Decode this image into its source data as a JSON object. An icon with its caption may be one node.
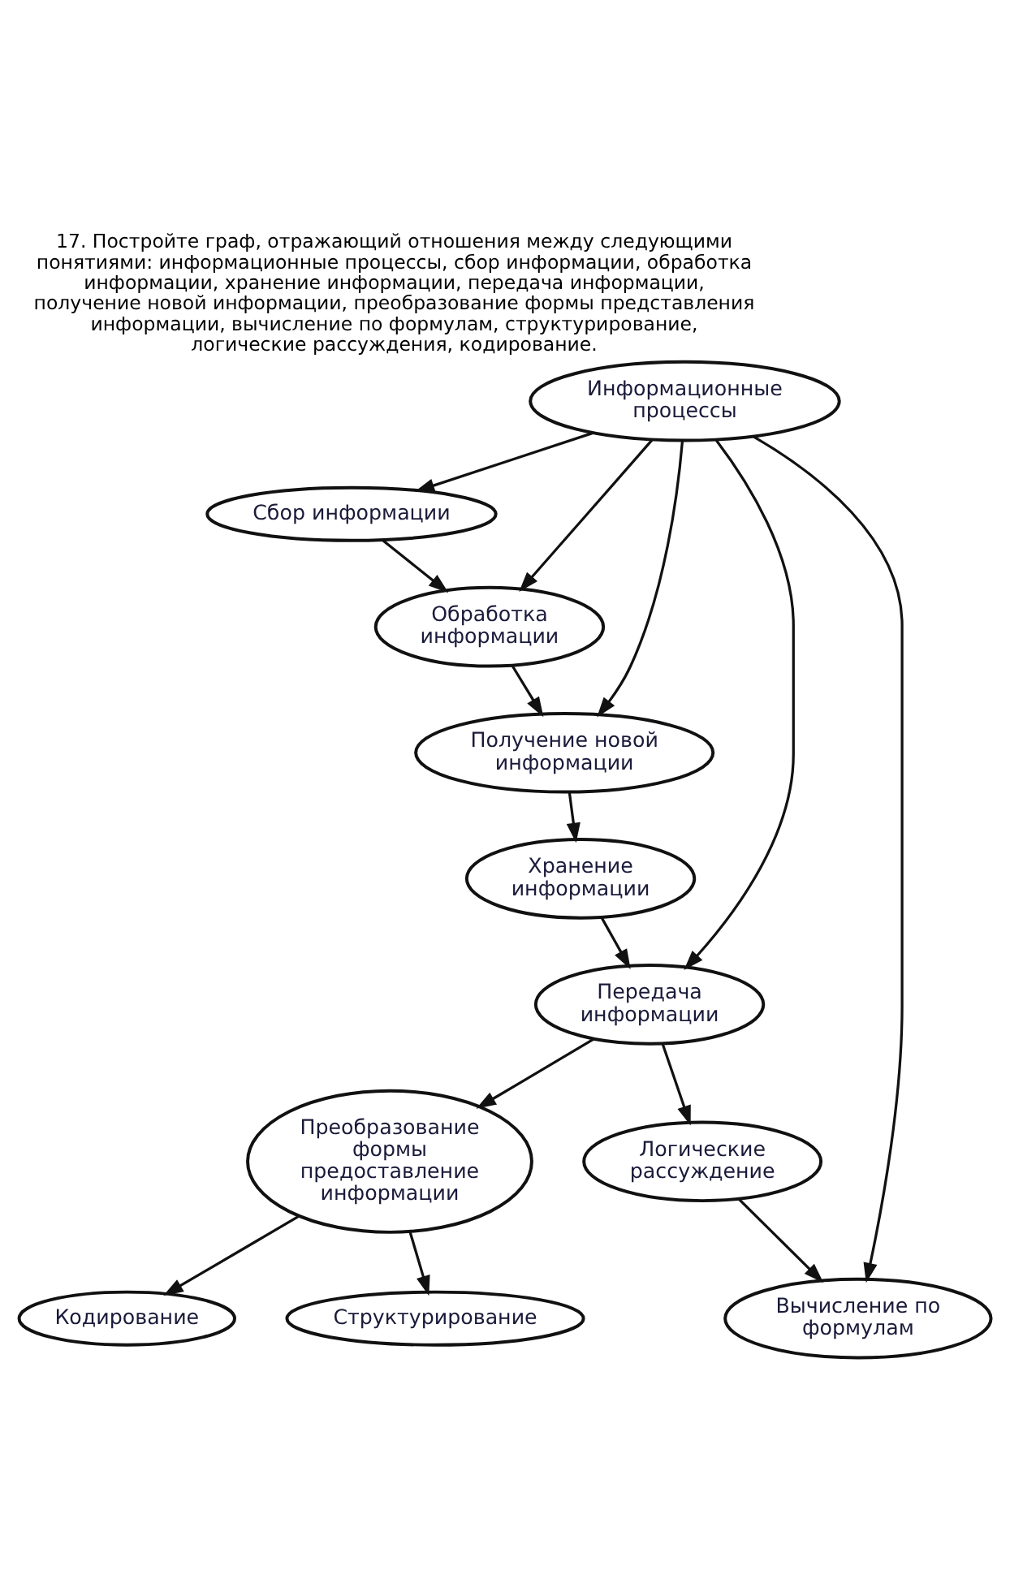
{
  "diagram": {
    "title": "17. Постройте граф, отражающий отношения между следующими понятиями: информационные процессы, сбор информации, обработка информации, хранение информации, передача информации, получение новой информации, преобразование формы представления информации, вычисление по формулам, структурирование, логические рассуждения, кодирование.",
    "nodes": [
      {
        "text": [
          "Сбор информации"
        ]
      },
      {
        "text": [
          "Обработка информации"
        ]
      },
      {
        "text": [
          "Получение новой информации"
        ]
      },
      {
        "text": [
          "Хранение информации"
        ]
      },
      {
        "text": [
          "Передача информации"
        ]
      },
      {
        "text": [
          "Информационные процессы"
        ]
      },
      {
        "text": [
          "Кодирование"
        ]
      },
      {
        "text": [
          "Преобразование формы предоставление информации"
        ]
      },
      {
        "text": [
          "Структурирование"
        ]
      },
      {
        "text": [
          "Логические рассуждение"
        ]
      },
      {
        "text": [
          "Вычисление по формулам"
        ]
      }
    ],
    "edges": [
      {
        "from": 0,
        "to": 1,
        "arrow": "to"
      },
      {
        "from": 1,
        "to": 2,
        "arrow": "to"
      },
      {
        "from": 2,
        "to": 3,
        "arrow": "to"
      },
      {
        "from": 3,
        "to": 4,
        "arrow": "to"
      },
      {
        "from": 5,
        "to": 4,
        "arrow": "to"
      },
      {
        "from": 5,
        "to": 2,
        "arrow": "to"
      },
      {
        "from": 5,
        "to": 1,
        "arrow": "to"
      },
      {
        "from": 5,
        "to": 0,
        "arrow": "to"
      },
      {
        "from": 4,
        "to": 9,
        "arrow": "to"
      },
      {
        "from": 4,
        "to": 7,
        "arrow": "to"
      },
      {
        "from": 7,
        "to": 6,
        "arrow": "to"
      },
      {
        "from": 7,
        "to": 8,
        "arrow": "to"
      },
      {
        "from": 9,
        "to": 10,
        "arrow": "to"
      },
      {
        "from": 5,
        "to": 10,
        "arrow": "to"
      }
    ]
  }
}
